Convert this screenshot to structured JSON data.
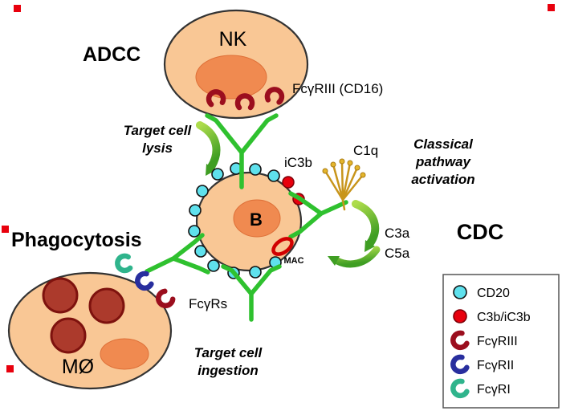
{
  "figure": {
    "labels": {
      "adcc": "ADCC",
      "nk": "NK",
      "fcgriii_cd16": "FcγRIII (CD16)",
      "lysis_line1": "Target cell",
      "lysis_line2": "lysis",
      "b_cell": "B",
      "ic3b": "iC3b",
      "c1q": "C1q",
      "classical_line1": "Classical",
      "classical_line2": "pathway",
      "classical_line3": "activation",
      "cdc": "CDC",
      "c3a": "C3a",
      "c5a": "C5a",
      "mac": "MAC",
      "phagocytosis": "Phagocytosis",
      "fcgrs": "FcγRs",
      "mo": "MØ",
      "ingestion_line1": "Target cell",
      "ingestion_line2": "ingestion"
    },
    "legend": {
      "items": [
        {
          "label": "CD20",
          "type": "circle",
          "color": "#5FE1ED"
        },
        {
          "label": "C3b/iC3b",
          "type": "circle",
          "color": "#E8000D"
        },
        {
          "label": "FcγRIII",
          "type": "receptor",
          "color": "#9B0E1E"
        },
        {
          "label": "FcγRII",
          "type": "receptor",
          "color": "#282E9E"
        },
        {
          "label": "FcγRI",
          "type": "receptor",
          "color": "#2FB48C"
        }
      ]
    },
    "colors": {
      "cell_fill": "#F9C795",
      "cell_outline": "#333333",
      "nucleus_fill": "#F08A50",
      "cd20": "#5FE1ED",
      "c3b_ic3b": "#E8000D",
      "fcgriii": "#9B0E1E",
      "fcgrii": "#282E9E",
      "fcgri": "#2FB48C",
      "antibody": "#2FC12F",
      "arrow_light": "#A8DC4A",
      "arrow_dark": "#3F9E23",
      "c1q": "#D8A21E",
      "mac_ring": "#D10000",
      "ingested_cell": "#AC3A2C",
      "marker": "#E8000D"
    }
  }
}
